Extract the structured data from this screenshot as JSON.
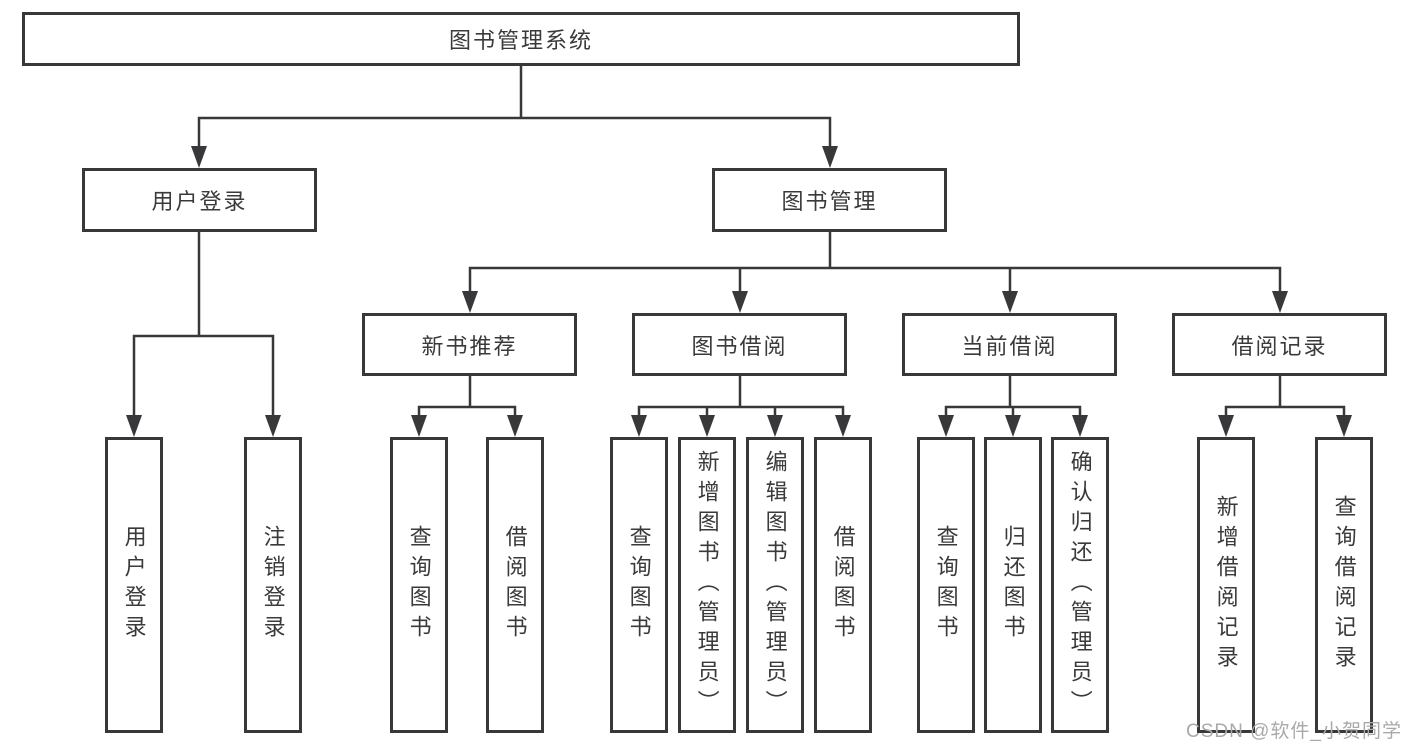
{
  "diagram": {
    "title": "图书管理系统",
    "root": {
      "label": "图书管理系统"
    },
    "branches": [
      {
        "label": "用户登录",
        "children": [
          "用户登录",
          "注销登录"
        ]
      },
      {
        "label": "图书管理",
        "groups": [
          {
            "label": "新书推荐",
            "children": [
              "查询图书",
              "借阅图书"
            ]
          },
          {
            "label": "图书借阅",
            "children": [
              "查询图书",
              "新增图书（管理员）",
              "编辑图书（管理员）",
              "借阅图书"
            ]
          },
          {
            "label": "当前借阅",
            "children": [
              "查询图书",
              "归还图书",
              "确认归还（管理员）"
            ]
          },
          {
            "label": "借阅记录",
            "children": [
              "新增借阅记录",
              "查询借阅记录"
            ]
          }
        ]
      }
    ]
  },
  "watermark": {
    "text": "CSDN @软件_小贺同学",
    "color": "#a9a9a9"
  },
  "colors": {
    "line": "#38383a",
    "text": "#3a3a3a",
    "background": "#ffffff"
  }
}
